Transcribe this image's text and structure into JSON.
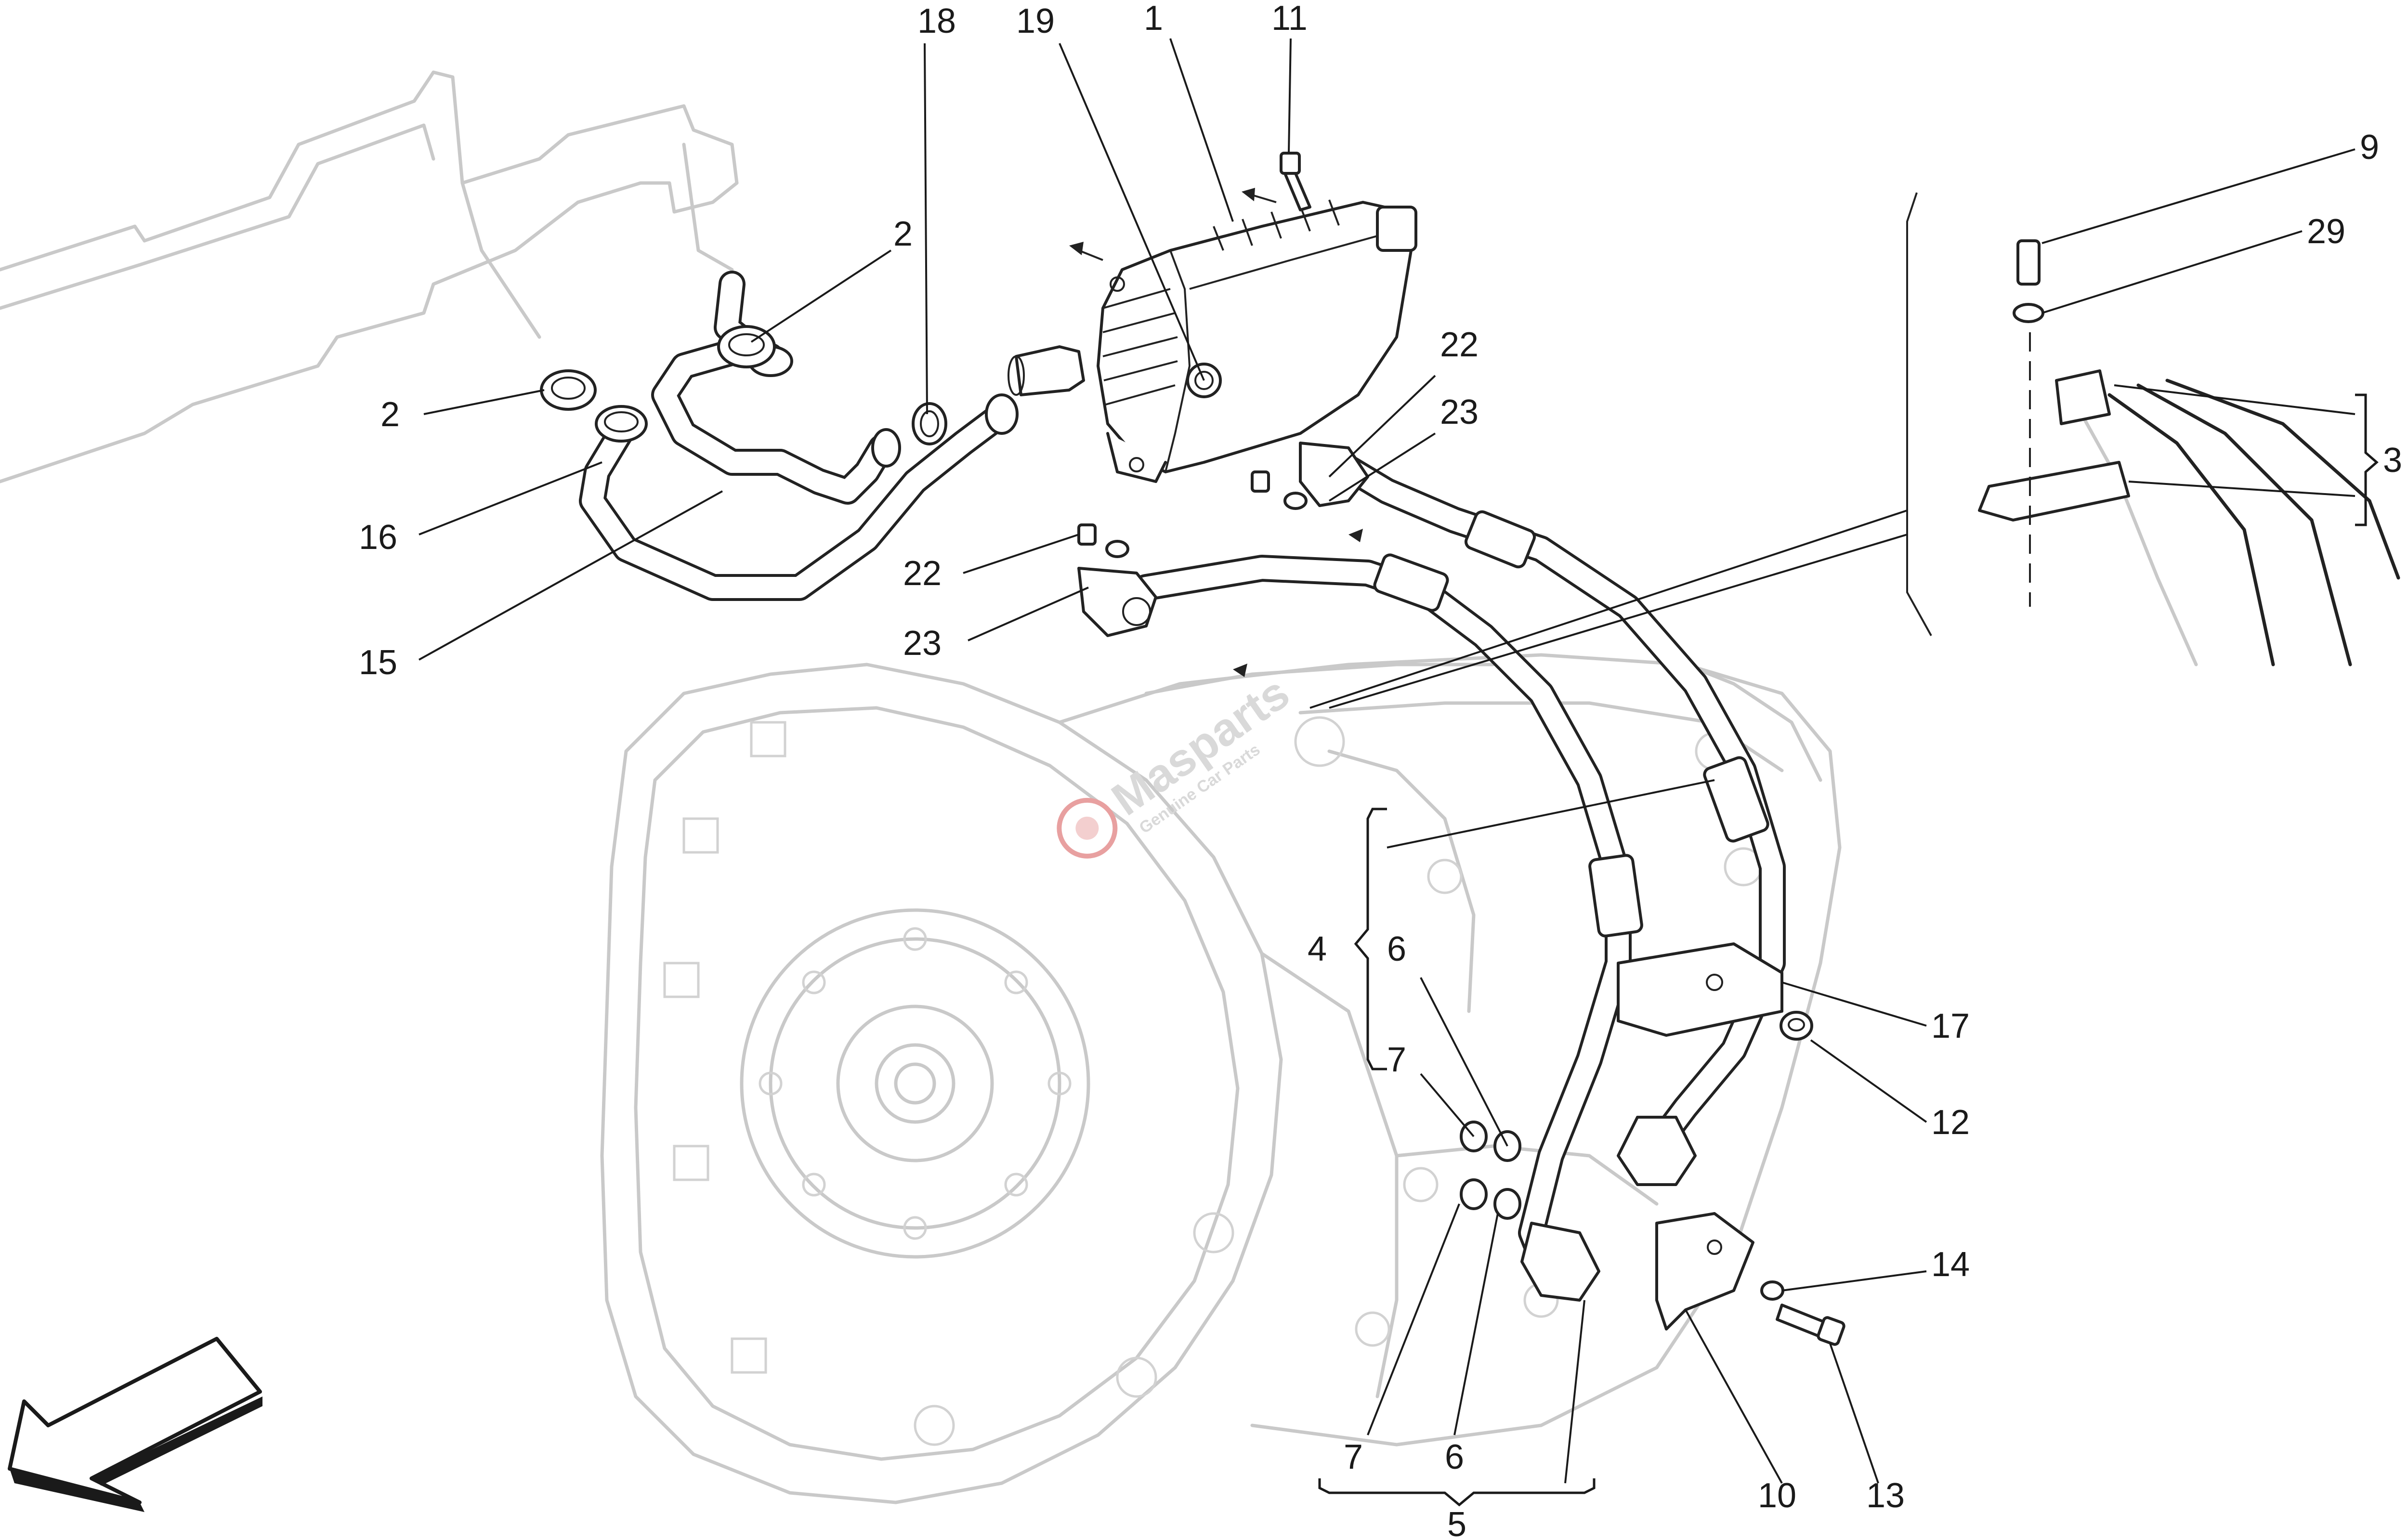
{
  "diagram": {
    "callouts": {
      "c18": "18",
      "c19": "19",
      "c1": "1",
      "c11": "11",
      "c9": "9",
      "c29": "29",
      "c2a": "2",
      "c2b": "2",
      "c16": "16",
      "c15": "15",
      "c22a": "22",
      "c23a": "23",
      "c22b": "22",
      "c23b": "23",
      "c3": "3",
      "c4": "4",
      "c6a": "6",
      "c7a": "7",
      "c17": "17",
      "c12": "12",
      "c14": "14",
      "c7b": "7",
      "c6b": "6",
      "c10": "10",
      "c13": "13",
      "c5": "5"
    },
    "watermark": {
      "brand": "Masparts",
      "tagline": "Genuine Car Parts"
    },
    "colors": {
      "line": "#1a1a1a",
      "ghost": "#c9c9c9",
      "watermark_accent": "#e8a0a0"
    }
  }
}
